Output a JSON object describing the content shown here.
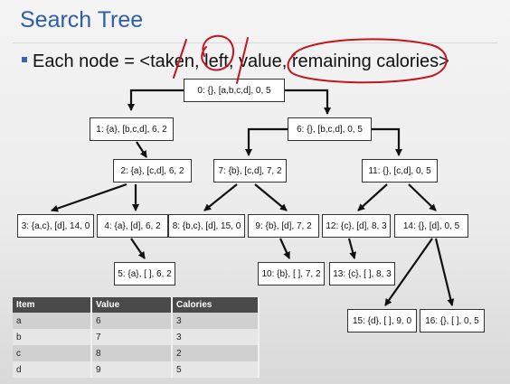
{
  "title": "Search Tree",
  "bullet": "Each node = <taken, left, value, remaining calories>",
  "colors": {
    "title": "#2f5da8",
    "annotation_ink": "#c0171f"
  },
  "nodes": {
    "n0": "0: {}, [a,b,c,d], 0, 5",
    "n1": "1: {a}, [b,c,d], 6, 2",
    "n2": "2: {a}, [c,d], 6, 2",
    "n3": "3: {a,c}, [d], 14, 0",
    "n4": "4: {a}, [d], 6, 2",
    "n5": "5: {a}, [ ], 6, 2",
    "n6": "6: {}, [b,c,d], 0, 5",
    "n7": "7: {b}, [c,d], 7, 2",
    "n8": "8: {b,c}, [d], 15, 0",
    "n9": "9: {b}, [d], 7, 2",
    "n10": "10: {b}, [ ], 7, 2",
    "n11": "11: {}, [c,d], 0, 5",
    "n12": "12: {c}, [d], 8, 3",
    "n13": "13: {c}, [ ], 8, 3",
    "n14": "14: {}, [d], 0, 5",
    "n15": "15: {d}, [ ], 9, 0",
    "n16": "16: {}, [ ], 0, 5"
  },
  "table": {
    "headers": [
      "Item",
      "Value",
      "Calories"
    ],
    "rows": [
      [
        "a",
        "6",
        "3"
      ],
      [
        "b",
        "7",
        "3"
      ],
      [
        "c",
        "8",
        "2"
      ],
      [
        "d",
        "9",
        "5"
      ]
    ]
  }
}
